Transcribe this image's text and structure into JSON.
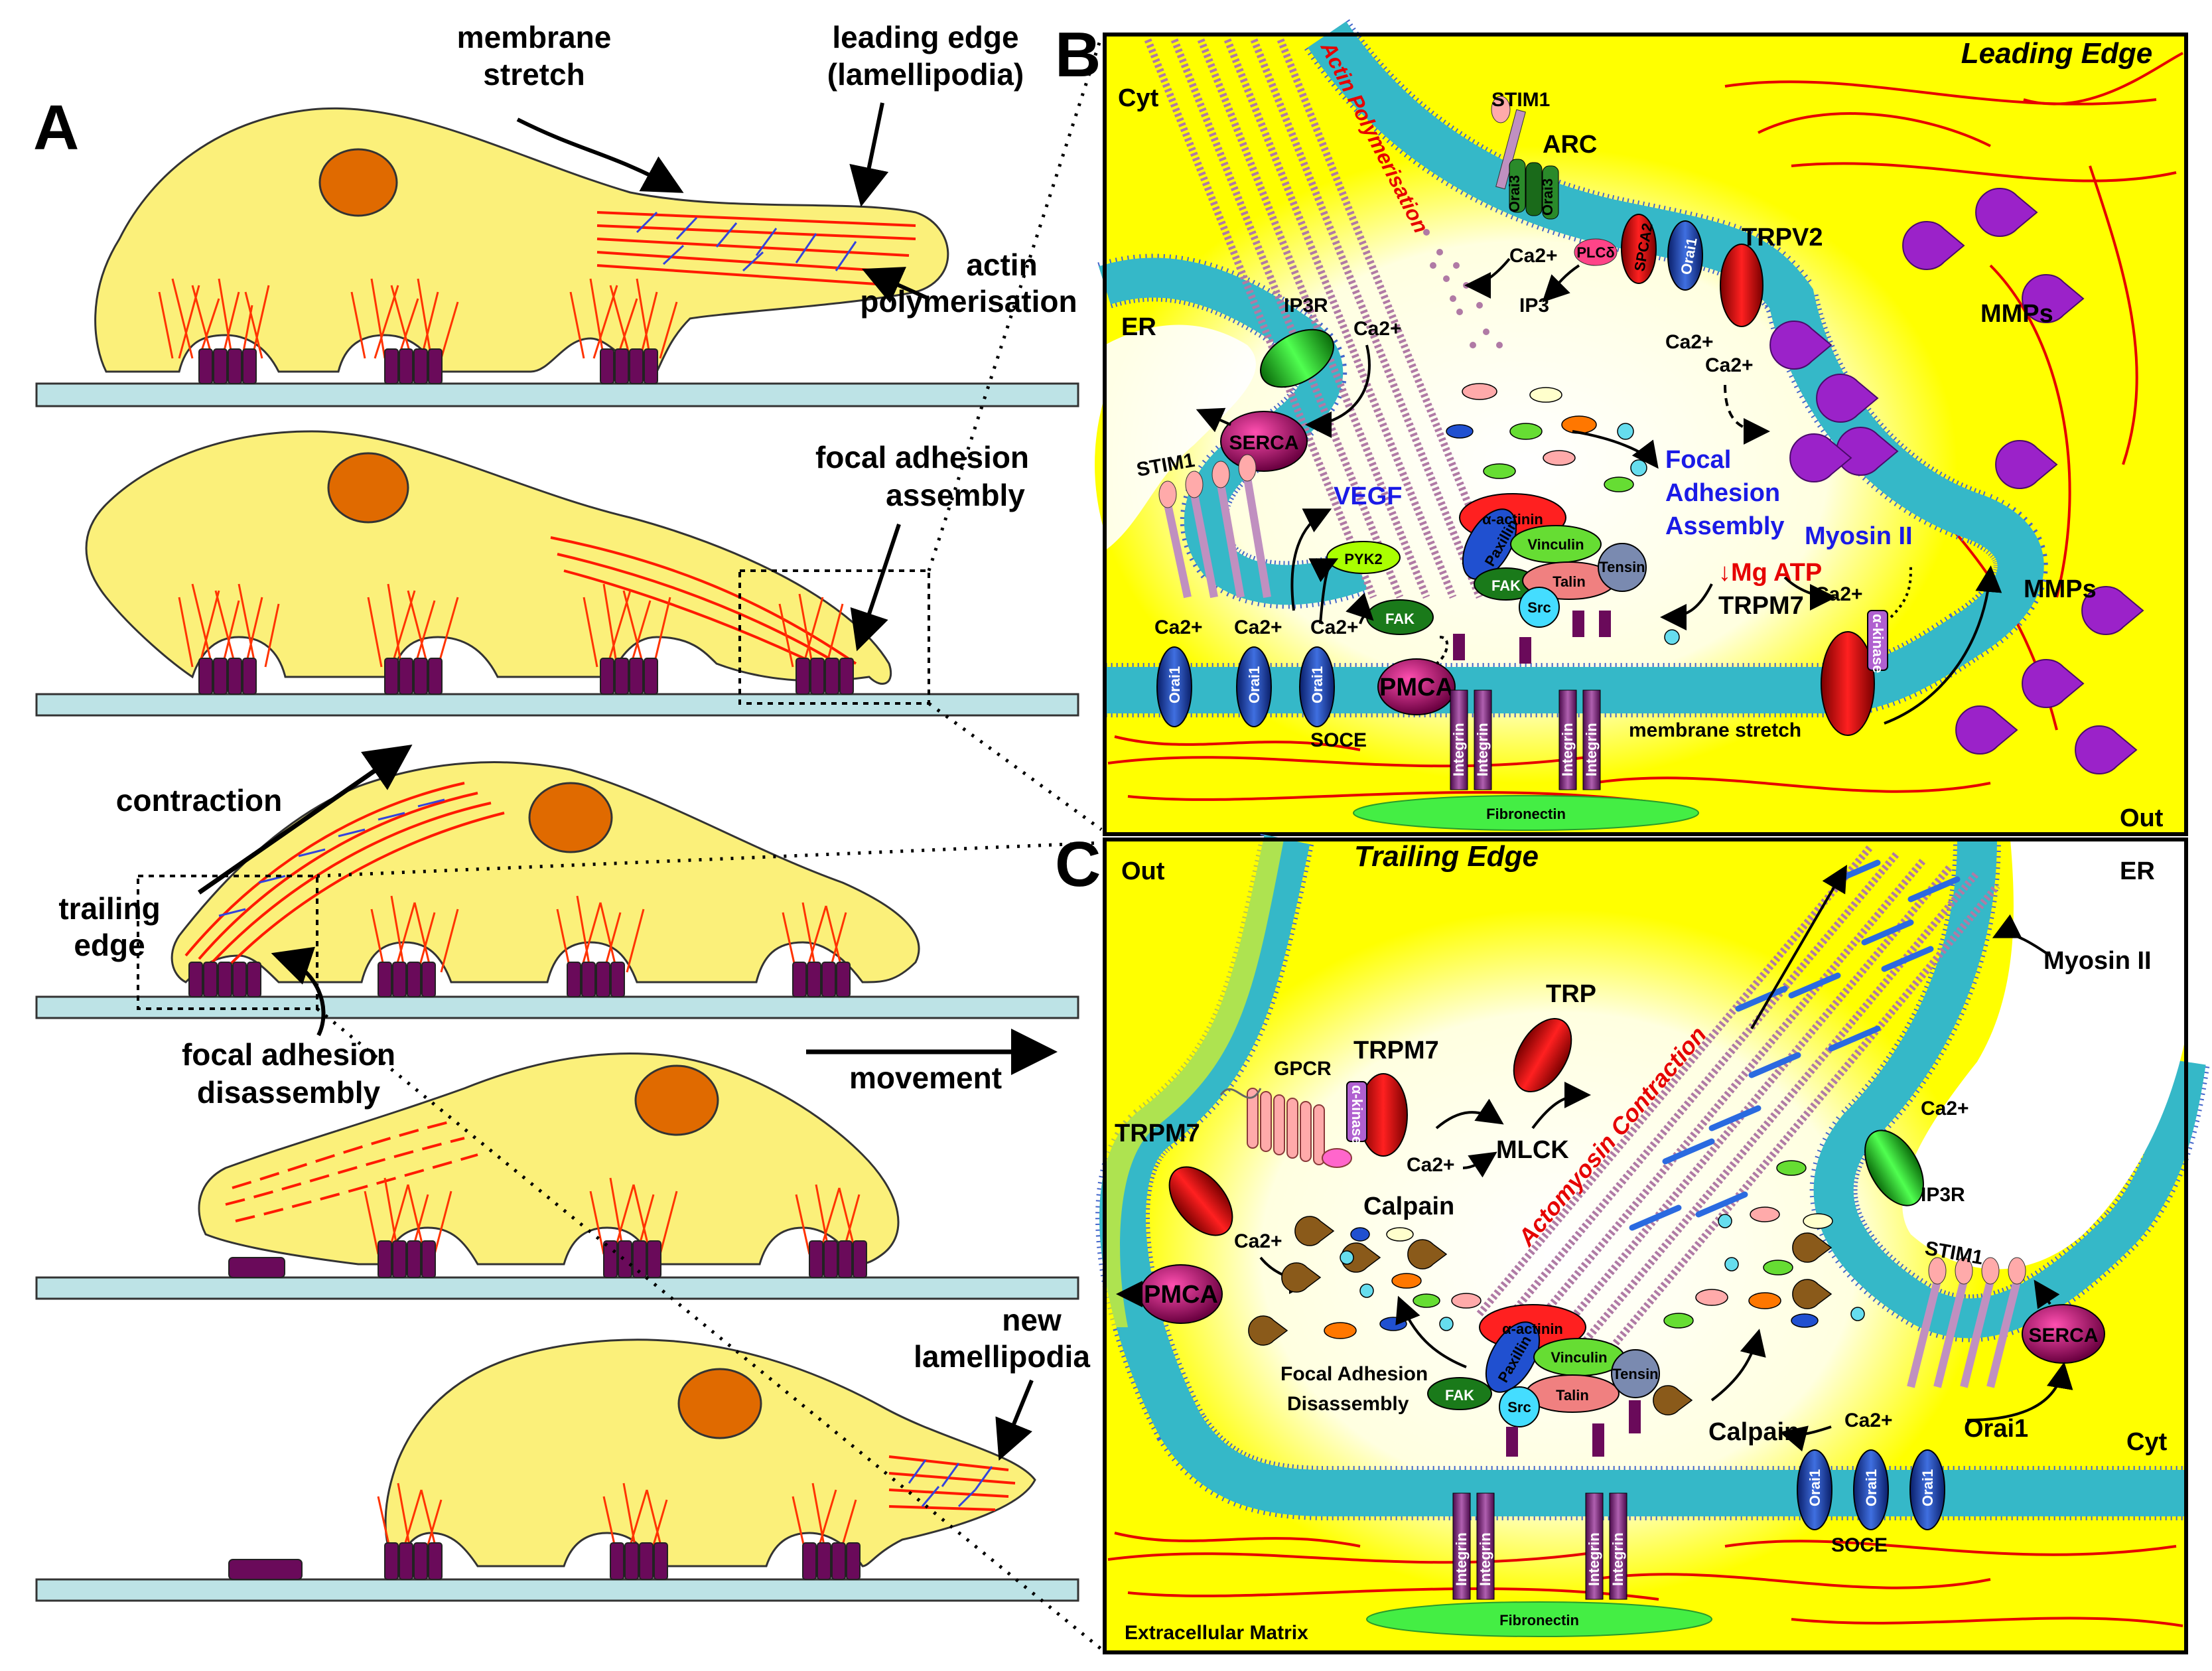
{
  "panels": {
    "a": "A",
    "b": "B",
    "c": "C"
  },
  "panel_a": {
    "membrane_stretch": [
      "membrane",
      "stretch"
    ],
    "leading_edge": [
      "leading edge",
      "(lamellipodia)"
    ],
    "actin_polymerisation": [
      "actin",
      "polymerisation"
    ],
    "focal_adhesion_assembly": [
      "focal adhesion",
      "assembly"
    ],
    "contraction": "contraction",
    "trailing_edge": [
      "trailing",
      "edge"
    ],
    "focal_adhesion_disassembly": [
      "focal adhesion",
      "disassembly"
    ],
    "movement": "movement",
    "new_lamellipodia": [
      "new",
      "lamellipodia"
    ]
  },
  "panel_b": {
    "title": "Leading Edge",
    "cyt": "Cyt",
    "out": "Out",
    "er": "ER",
    "actin_polymerisation": "Actin Polymerisation",
    "stim1_top": "STIM1",
    "arc": "ARC",
    "orai3a": "Orai3",
    "orai3b": "Orai3",
    "plc": "PLCδ",
    "spca2": "SPCA2",
    "orai1_top": "Orai1",
    "trpv2": "TRPV2",
    "ip3": "IP3",
    "ip3r": "IP3R",
    "serca": "SERCA",
    "stim1": "STIM1",
    "vegf": "VEGF",
    "pyk2": "PYK2",
    "fak_kinase": "FAK",
    "mmps1": "MMPs",
    "mmps2": "MMPs",
    "focal_adhesion_assembly": [
      "Focal",
      "Adhesion",
      "Assembly"
    ],
    "myosin": "Myosin II",
    "mg_atp": "↓Mg ATP",
    "trpm7": "TRPM7",
    "kinase": "α-kinase",
    "alpha_actinin": "α-actinin",
    "paxillin": "Paxillin",
    "vinculin": "Vinculin",
    "fak": "FAK",
    "talin": "Talin",
    "tensin": "Tensin",
    "src": "Src",
    "pmca": "PMCA",
    "soce": "SOCE",
    "orai1": "Orai1",
    "membrane_stretch": "membrane stretch",
    "integrin": "Integrin",
    "fibronectin": "Fibronectin",
    "ca": "Ca2+"
  },
  "panel_c": {
    "title": "Trailing Edge",
    "out": "Out",
    "er": "ER",
    "cyt": "Cyt",
    "trp": "TRP",
    "actomyosin": "Actomyosin Contraction",
    "myosin": "Myosin II",
    "gpcr": "GPCR",
    "trpm7_a": "TRPM7",
    "trpm7_b": "TRPM7",
    "kinase": "α-kinase",
    "mlck": "MLCK",
    "calpain_a": "Calpain",
    "calpain_b": "Calpain",
    "ip3r": "IP3R",
    "stim1": "STIM1",
    "serca": "SERCA",
    "orai1": "Orai1",
    "pmca": "PMCA",
    "focal_adhesion_disassembly": [
      "Focal Adhesion",
      "Disassembly"
    ],
    "alpha_actinin": "α-actinin",
    "paxillin": "Paxillin",
    "vinculin": "Vinculin",
    "fak": "FAK",
    "talin": "Talin",
    "tensin": "Tensin",
    "src": "Src",
    "soce": "SOCE",
    "integrin": "Integrin",
    "fibronectin": "Fibronectin",
    "ecm": "Extracellular Matrix",
    "ca": "Ca2+"
  },
  "colors": {
    "cytoplasm": "#ffff00",
    "cell": "#fbf07a",
    "nucleus": "#e06a00",
    "actin": "#ff1a00",
    "membrane": "#35b8c8",
    "adhesion": "#6a0a5a",
    "substrate": "#bde3e6",
    "orai": "#1f3fa0",
    "trp": "#e00000",
    "mmp": "#9b22c9",
    "fibronectin": "#44ee44",
    "serca": "#a0106a"
  }
}
